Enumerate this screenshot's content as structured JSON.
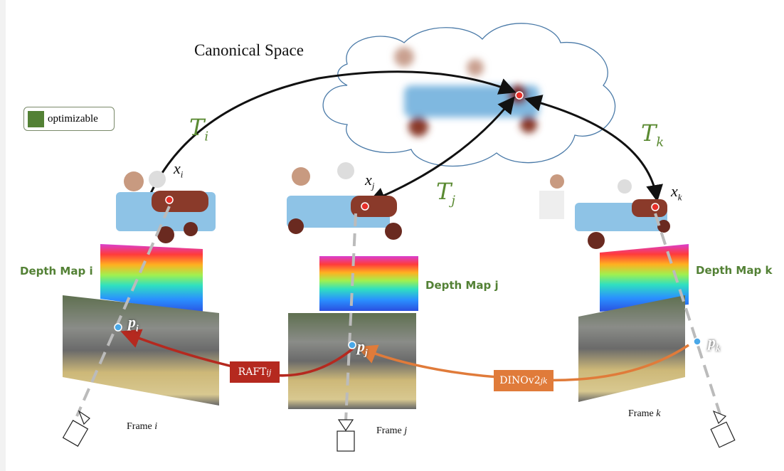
{
  "title": "Canonical Space",
  "legend": {
    "label": "optimizable",
    "color": "#538135"
  },
  "transforms": {
    "i": {
      "base": "T",
      "sub": "i"
    },
    "j": {
      "base": "T",
      "sub": "j"
    },
    "k": {
      "base": "T",
      "sub": "k"
    }
  },
  "points3d": {
    "i": {
      "base": "x",
      "sub": "i"
    },
    "j": {
      "base": "x",
      "sub": "j"
    },
    "k": {
      "base": "x",
      "sub": "k"
    }
  },
  "points2d": {
    "i": {
      "base": "p",
      "sub": "i"
    },
    "j": {
      "base": "p",
      "sub": "j"
    },
    "k": {
      "base": "p",
      "sub": "k"
    }
  },
  "depth_maps": {
    "i": "Depth Map i",
    "j": "Depth Map j",
    "k": "Depth Map k"
  },
  "frames": {
    "i": {
      "base": "Frame ",
      "sub": "i"
    },
    "j": {
      "base": "Frame ",
      "sub": "j"
    },
    "k": {
      "base": "Frame ",
      "sub": "k"
    }
  },
  "flows": {
    "raft": {
      "base": "RAFT",
      "sub": "ij",
      "color": "#b5291f"
    },
    "dino": {
      "base": "DINOv2",
      "sub": "jk",
      "color": "#e07b3a"
    }
  }
}
